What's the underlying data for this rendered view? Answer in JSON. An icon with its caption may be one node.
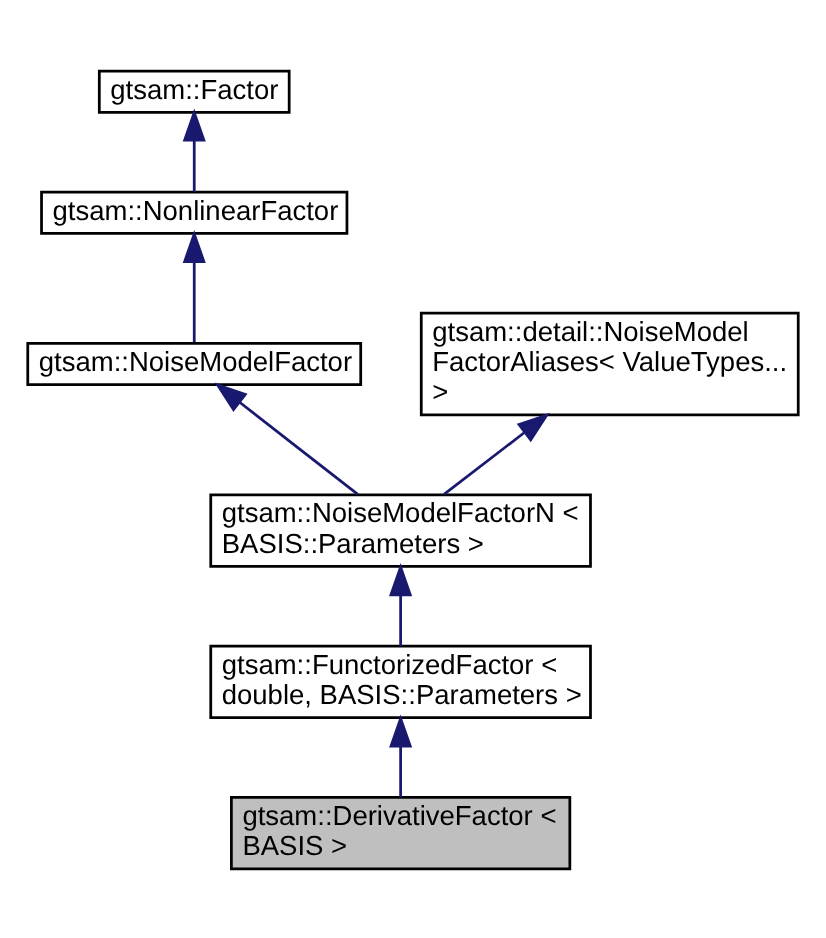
{
  "diagram": {
    "nodes": [
      {
        "text": [
          "gtsam::Factor"
        ]
      },
      {
        "text": [
          "gtsam::NonlinearFactor"
        ]
      },
      {
        "text": [
          "gtsam::NoiseModelFactor"
        ]
      },
      {
        "text": [
          "gtsam::detail::NoiseModel FactorAliases< ValueTypes... >"
        ]
      },
      {
        "text": [
          "gtsam::NoiseModelFactorN < BASIS::Parameters >"
        ]
      },
      {
        "text": [
          "gtsam::FunctorizedFactor < double, BASIS::Parameters >"
        ]
      },
      {
        "text": [
          "gtsam::DerivativeFactor < BASIS >"
        ]
      }
    ],
    "edges": [
      {
        "from": 1,
        "to": 0,
        "arrow": "to",
        "color": "#191970"
      },
      {
        "from": 2,
        "to": 1,
        "arrow": "to",
        "color": "#191970"
      },
      {
        "from": 4,
        "to": 2,
        "arrow": "to",
        "color": "#191970"
      },
      {
        "from": 4,
        "to": 3,
        "arrow": "to",
        "color": "#191970"
      },
      {
        "from": 5,
        "to": 4,
        "arrow": "to",
        "color": "#191970"
      },
      {
        "from": 6,
        "to": 5,
        "arrow": "to",
        "color": "#191970"
      }
    ]
  }
}
